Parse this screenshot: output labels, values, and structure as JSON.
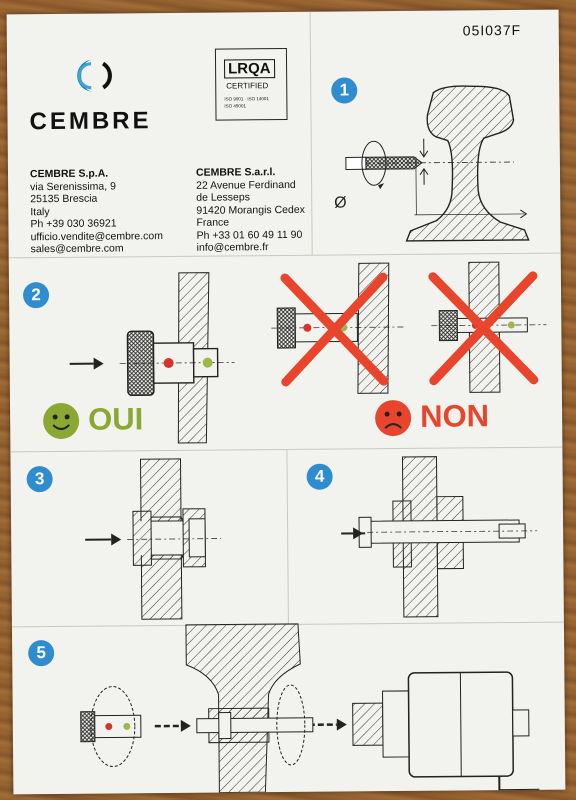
{
  "doc_code": "05I037F",
  "brand": {
    "name": "CEMBRE",
    "color": "#1a7fb0"
  },
  "certification": {
    "logo_text": "LRQA",
    "certified": "CERTIFIED",
    "standards": [
      "ISO 9001 · ISO 14001",
      "ISO 45001"
    ]
  },
  "addresses": [
    {
      "company": "CEMBRE S.p.A.",
      "lines": [
        "via Serenissima, 9",
        "25135 Brescia",
        "Italy",
        "Ph +39 030 36921",
        "ufficio.vendite@cembre.com",
        "sales@cembre.com"
      ]
    },
    {
      "company": "CEMBRE S.a.r.l.",
      "lines": [
        "22 Avenue Ferdinand",
        "de Lesseps",
        "91420 Morangis Cedex",
        "France",
        "Ph +33 01 60 49 11 90",
        "info@cembre.fr"
      ]
    }
  ],
  "steps": [
    "1",
    "2",
    "3",
    "4",
    "5"
  ],
  "step1": {
    "diameter_symbol": "Ø"
  },
  "step2": {
    "yes_label": "OUI",
    "no_label": "NON",
    "yes_color": "#8aa832",
    "no_color": "#e8452c"
  },
  "colors": {
    "step_badge": "#2e8ccf",
    "dot_red": "#d8332a",
    "dot_green": "#9db84a",
    "cross": "#e8452c"
  }
}
